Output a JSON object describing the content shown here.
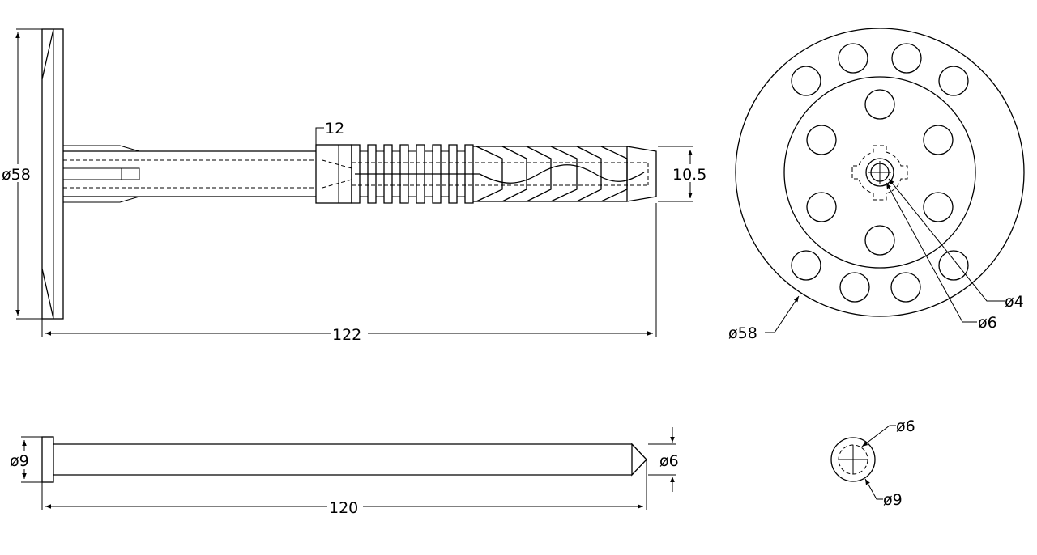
{
  "colors": {
    "line": "#000000",
    "background": "#ffffff"
  },
  "dimensions": {
    "washer_diameter": "ø58",
    "washer_diameter_front": "ø58",
    "anchor_length": "122",
    "collar_width": "12",
    "shaft_diameter": "10.5",
    "center_hole_inner": "ø4",
    "center_hole_outer": "ø6",
    "pin_length": "120",
    "pin_head_diameter": "ø9",
    "pin_diameter": "ø6",
    "pin_end_inner": "ø6",
    "pin_end_outer": "ø9"
  }
}
